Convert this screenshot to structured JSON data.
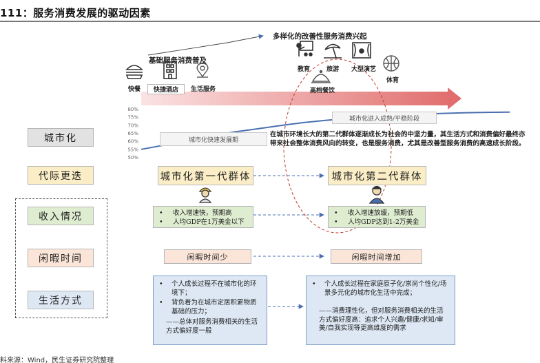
{
  "header": {
    "title": "111：服务消费发展的驱动因素"
  },
  "top": {
    "diverse_title": "多样化的改善性服务消费兴起",
    "basic_title": "基础服务消费普及",
    "basic_items": [
      "快餐",
      "快捷酒店",
      "生活服务"
    ],
    "diverse_items": [
      "教育",
      "旅游",
      "大型演艺",
      "体育",
      "高档餐饮"
    ]
  },
  "left_labels": [
    "城市化",
    "代际更迭",
    "收入情况",
    "闲暇时间",
    "生活方式"
  ],
  "chart_data": {
    "type": "line",
    "ylim": [
      50,
      80
    ],
    "yticks": [
      "80%",
      "75%",
      "70%",
      "65%",
      "60%",
      "55%",
      "50%"
    ],
    "series": [
      {
        "values": [
          54.8,
          57.4,
          60.2,
          63.0,
          65.5,
          67.5,
          69.5,
          71.4,
          72.8,
          74.0,
          75.0,
          75.9,
          76.6,
          77.1,
          77.5,
          77.8,
          78.0
        ]
      }
    ],
    "annotations": [
      "城市化快速发展期",
      "城市化进入成熟/平稳阶段"
    ]
  },
  "urbanization_desc": "在城市环境长大的第二代群体逐渐成长为社会的中坚力量，其生活方式和消费偏好最终亦带来社会整体消费风向的转变，也是服务消费，尤其是改善型服务消费的高速成长阶段。",
  "generations": [
    "城市化第一代群体",
    "城市化第二代群体"
  ],
  "income": {
    "first": [
      "收入增速快，预期高",
      "人均GDP在1万美金以下"
    ],
    "second": [
      "收入增速放缓，预期低",
      "人均GDP达到1-2万美金"
    ]
  },
  "leisure": {
    "first": "闲暇时间少",
    "second": "闲暇时间增加"
  },
  "lifestyle": {
    "first_bullets": [
      "个人成长过程不在城市化的环境下；",
      "背负着为在城市定居积累物质基础的压力；"
    ],
    "first_summary": "——总体对服务消费相关的生活方式偏好度一般",
    "second_bullets": [
      "个人成长过程在家庭原子化/崇尚个性化/场景多元化的城市化生活中完成；"
    ],
    "second_summary": "——消费理性化，但对服务消费相关的生活方式偏好度高：追求个人兴趣/健康/求知/审美/自我实现等更高维度的需求"
  },
  "source": "料来源：Wind，民生证券研究院整理"
}
